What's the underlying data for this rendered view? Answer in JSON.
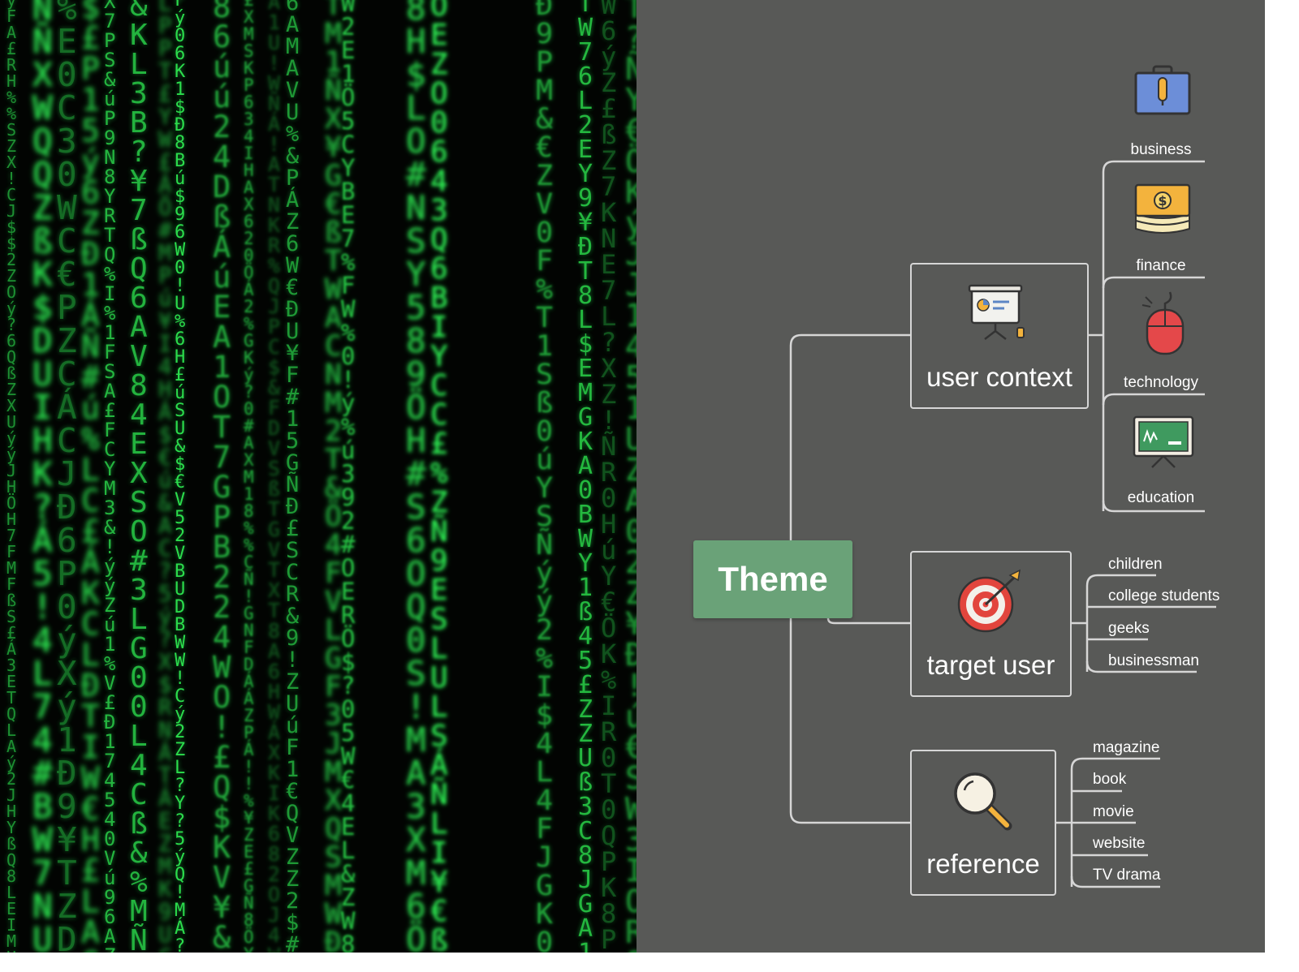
{
  "mindmap": {
    "root": {
      "label": "Theme"
    },
    "branches": [
      {
        "id": "user-context",
        "label": "user context",
        "icon": "presentation-board-icon",
        "children": [
          {
            "label": "business",
            "icon": "briefcase-icon"
          },
          {
            "label": "finance",
            "icon": "money-stack-icon"
          },
          {
            "label": "technology",
            "icon": "computer-mouse-icon"
          },
          {
            "label": "education",
            "icon": "chalkboard-icon"
          }
        ]
      },
      {
        "id": "target-user",
        "label": "target user",
        "icon": "target-arrow-icon",
        "children": [
          {
            "label": "children"
          },
          {
            "label": "college students"
          },
          {
            "label": "geeks"
          },
          {
            "label": "businessman"
          }
        ]
      },
      {
        "id": "reference",
        "label": "reference",
        "icon": "magnifier-icon",
        "children": [
          {
            "label": "magazine"
          },
          {
            "label": "book"
          },
          {
            "label": "movie"
          },
          {
            "label": "website"
          },
          {
            "label": "TV drama"
          }
        ]
      }
    ]
  },
  "colors": {
    "matrix_background": "#020402",
    "matrix_green": "#2bd14e",
    "mindmap_background": "#585957",
    "theme_node": "#6aa278",
    "connector": "#d6d6d6"
  }
}
